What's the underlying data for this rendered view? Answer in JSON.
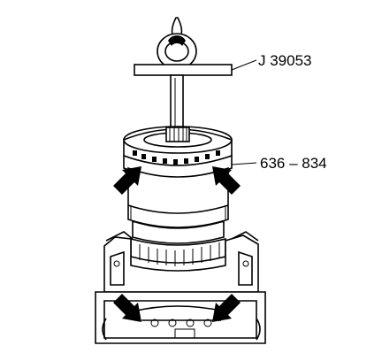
{
  "figure": {
    "callouts": [
      {
        "id": "tool",
        "text": "J 39053"
      },
      {
        "id": "part",
        "text": "636 – 834"
      }
    ],
    "colors": {
      "ink": "#000000",
      "background": "#ffffff"
    }
  }
}
